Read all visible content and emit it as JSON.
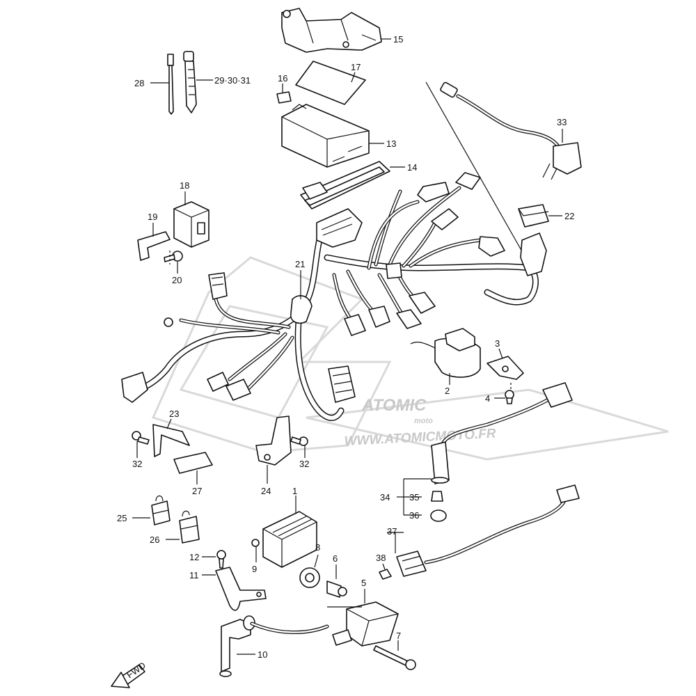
{
  "watermark": {
    "brand": "ATOMIC",
    "sub": "moto",
    "url": "WWW.ATOMICMOTO.FR"
  },
  "fwd": "FWD",
  "labels": {
    "p1": "1",
    "p2": "2",
    "p3": "3",
    "p4": "4",
    "p5": "5",
    "p6": "6",
    "p7": "7",
    "p8": "8",
    "p9": "9",
    "p10": "10",
    "p11": "11",
    "p12": "12",
    "p13": "13",
    "p14": "14",
    "p15": "15",
    "p16": "16",
    "p17": "17",
    "p18": "18",
    "p19": "19",
    "p20": "20",
    "p21": "21",
    "p22": "22",
    "p23": "23",
    "p24": "24",
    "p25": "25",
    "p26": "26",
    "p27": "27",
    "p28": "28",
    "p29": "29·30·31",
    "p32a": "32",
    "p32b": "32",
    "p33": "33",
    "p34": "34",
    "p35": "35",
    "p36": "36",
    "p37": "37",
    "p38": "38"
  }
}
